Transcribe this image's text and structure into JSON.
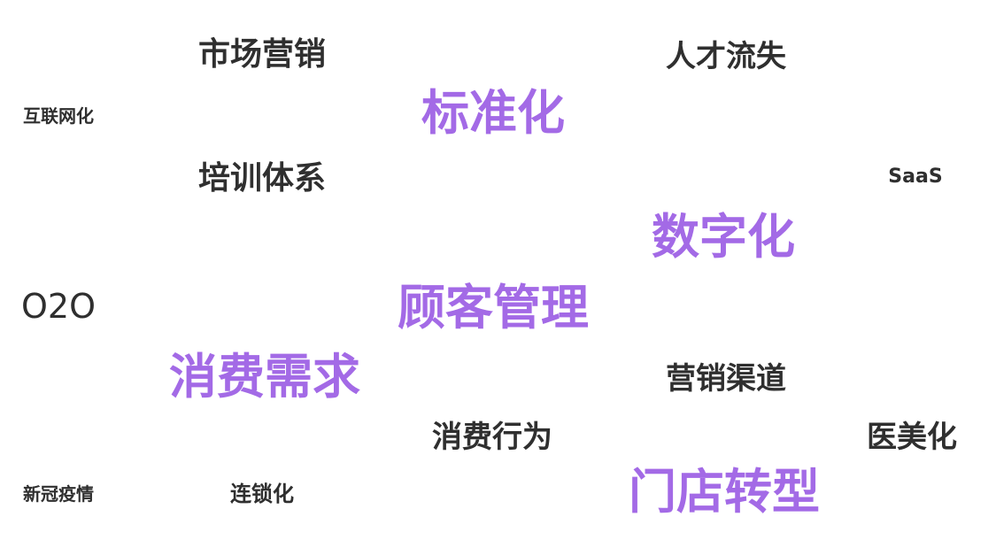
{
  "cloud": {
    "colors": {
      "dark": "#2f2f2f",
      "accent": "#a36ae6"
    },
    "words": [
      {
        "text": "市场营销",
        "emphasis": "normal"
      },
      {
        "text": "人才流失",
        "emphasis": "normal"
      },
      {
        "text": "互联网化",
        "emphasis": "small"
      },
      {
        "text": "标准化",
        "emphasis": "highlight"
      },
      {
        "text": "培训体系",
        "emphasis": "normal"
      },
      {
        "text": "SaaS",
        "emphasis": "small"
      },
      {
        "text": "数字化",
        "emphasis": "highlight"
      },
      {
        "text": "O2O",
        "emphasis": "normal"
      },
      {
        "text": "顾客管理",
        "emphasis": "highlight"
      },
      {
        "text": "消费需求",
        "emphasis": "highlight"
      },
      {
        "text": "营销渠道",
        "emphasis": "normal"
      },
      {
        "text": "消费行为",
        "emphasis": "normal"
      },
      {
        "text": "医美化",
        "emphasis": "normal"
      },
      {
        "text": "新冠疫情",
        "emphasis": "small"
      },
      {
        "text": "连锁化",
        "emphasis": "small"
      },
      {
        "text": "门店转型",
        "emphasis": "highlight"
      }
    ]
  }
}
